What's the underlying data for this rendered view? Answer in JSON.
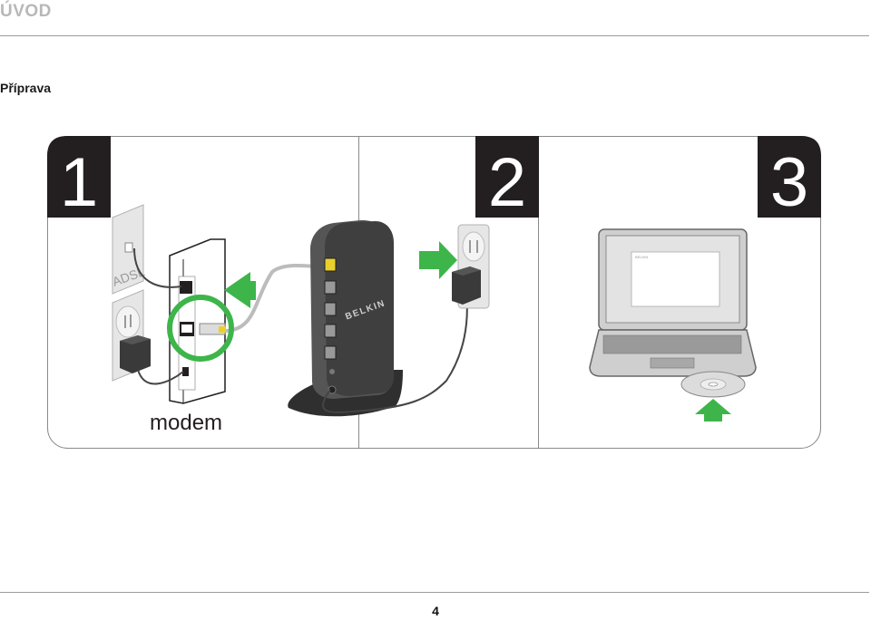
{
  "header": {
    "title": "ÚVOD"
  },
  "section": {
    "title": "Příprava"
  },
  "figure": {
    "steps": [
      {
        "number": "1"
      },
      {
        "number": "2"
      },
      {
        "number": "3"
      }
    ],
    "modem_label": "modem",
    "adsl_label": "ADSL",
    "router_brand": "BELKIN",
    "screen_brand": "BELKIN",
    "accent_color": "#3db54a"
  },
  "footer": {
    "page_number": "4"
  }
}
